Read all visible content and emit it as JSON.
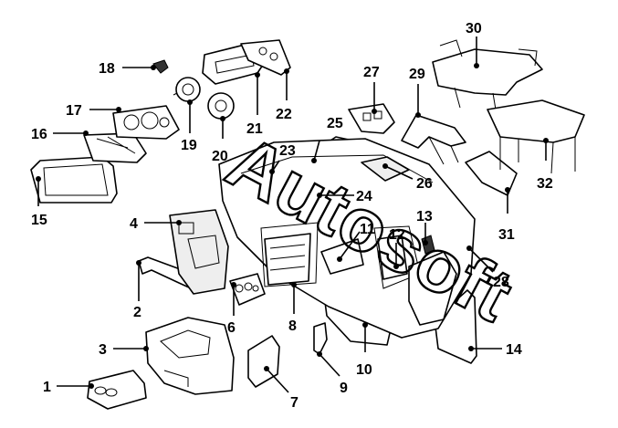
{
  "diagram": {
    "callouts": [
      {
        "id": "c1",
        "label": "1"
      },
      {
        "id": "c2",
        "label": "2"
      },
      {
        "id": "c3",
        "label": "3"
      },
      {
        "id": "c4",
        "label": "4"
      },
      {
        "id": "c6",
        "label": "6"
      },
      {
        "id": "c7",
        "label": "7"
      },
      {
        "id": "c8",
        "label": "8"
      },
      {
        "id": "c9",
        "label": "9"
      },
      {
        "id": "c10",
        "label": "10"
      },
      {
        "id": "c11",
        "label": "11"
      },
      {
        "id": "c12",
        "label": "12"
      },
      {
        "id": "c13",
        "label": "13"
      },
      {
        "id": "c14",
        "label": "14"
      },
      {
        "id": "c15",
        "label": "15"
      },
      {
        "id": "c16",
        "label": "16"
      },
      {
        "id": "c17",
        "label": "17"
      },
      {
        "id": "c18",
        "label": "18"
      },
      {
        "id": "c19",
        "label": "19"
      },
      {
        "id": "c20",
        "label": "20"
      },
      {
        "id": "c21",
        "label": "21"
      },
      {
        "id": "c22",
        "label": "22"
      },
      {
        "id": "c23",
        "label": "23"
      },
      {
        "id": "c24",
        "label": "24"
      },
      {
        "id": "c25",
        "label": "25"
      },
      {
        "id": "c26",
        "label": "26"
      },
      {
        "id": "c27",
        "label": "27"
      },
      {
        "id": "c28",
        "label": "28"
      },
      {
        "id": "c29",
        "label": "29"
      },
      {
        "id": "c30",
        "label": "30"
      },
      {
        "id": "c31",
        "label": "31"
      },
      {
        "id": "c32",
        "label": "32"
      }
    ],
    "watermark": {
      "text": "Autosoft"
    }
  }
}
